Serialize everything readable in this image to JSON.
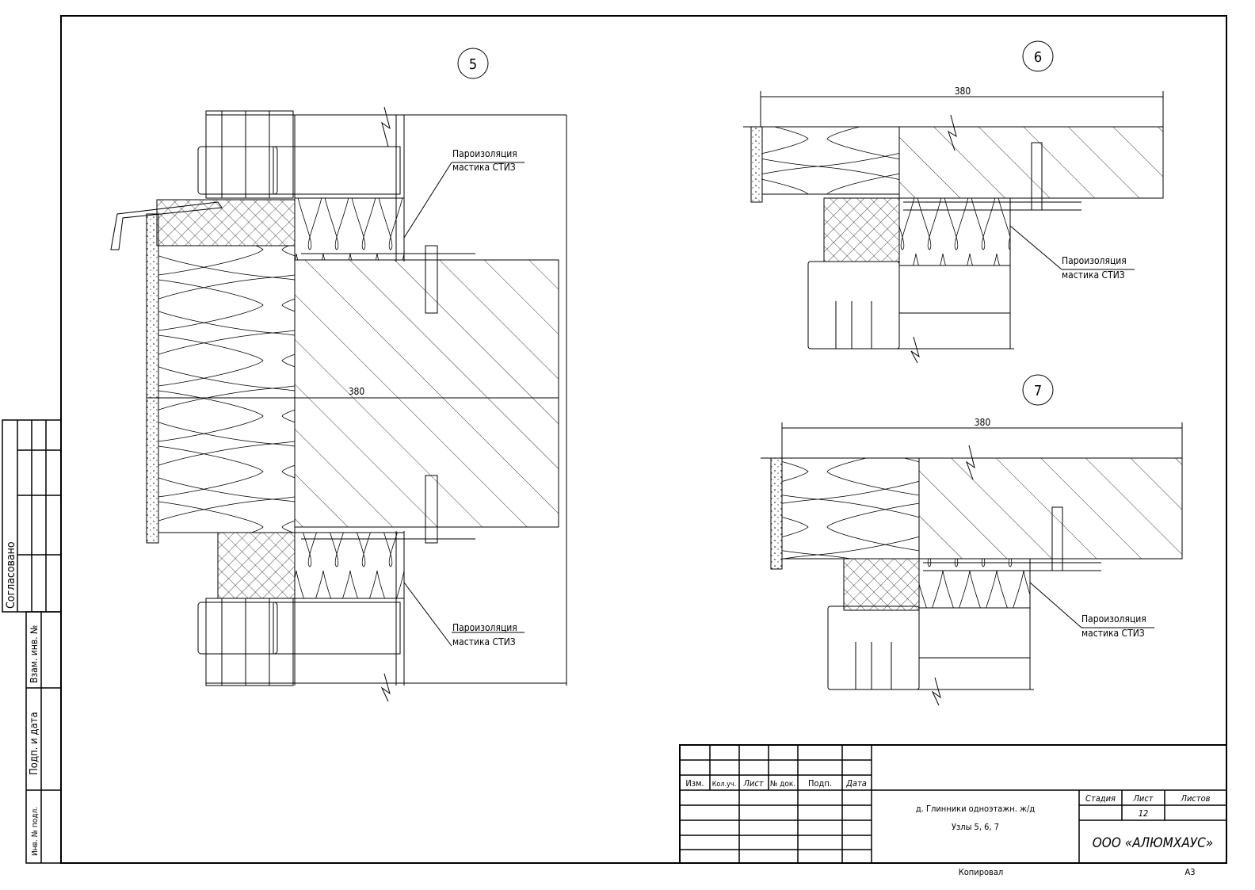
{
  "details": [
    {
      "number": "5",
      "dimension": "380",
      "labels": [
        {
          "line1": "Пароизоляция",
          "line2": "мастика СТИЗ"
        },
        {
          "line1": "Пароизоляция",
          "line2": "мастика СТИЗ"
        }
      ]
    },
    {
      "number": "6",
      "dimension": "380",
      "labels": [
        {
          "line1": "Пароизоляция",
          "line2": "мастика СТИЗ"
        }
      ]
    },
    {
      "number": "7",
      "dimension": "380",
      "labels": [
        {
          "line1": "Пароизоляция",
          "line2": "мастика СТИЗ"
        }
      ]
    }
  ],
  "side_stamp": {
    "agreed": "Согласовано",
    "replace_inv": "Взам. инв. №",
    "sign_date": "Подп. и дата",
    "inv_orig": "Инв. № подл."
  },
  "title_block": {
    "columns": [
      "Изм.",
      "Кол.уч.",
      "Лист",
      "№ док.",
      "Подп.",
      "Дата"
    ],
    "project": "д. Глинники одноэтажн. ж/д",
    "sheet_title": "Узлы 5, 6, 7",
    "stage_label": "Стадия",
    "sheet_label": "Лист",
    "sheets_label": "Листов",
    "stage": "",
    "sheet": "12",
    "sheets": "",
    "company": "ООО «АЛЮМХАУС»"
  },
  "footer": {
    "copied": "Копировал",
    "format": "А3"
  }
}
